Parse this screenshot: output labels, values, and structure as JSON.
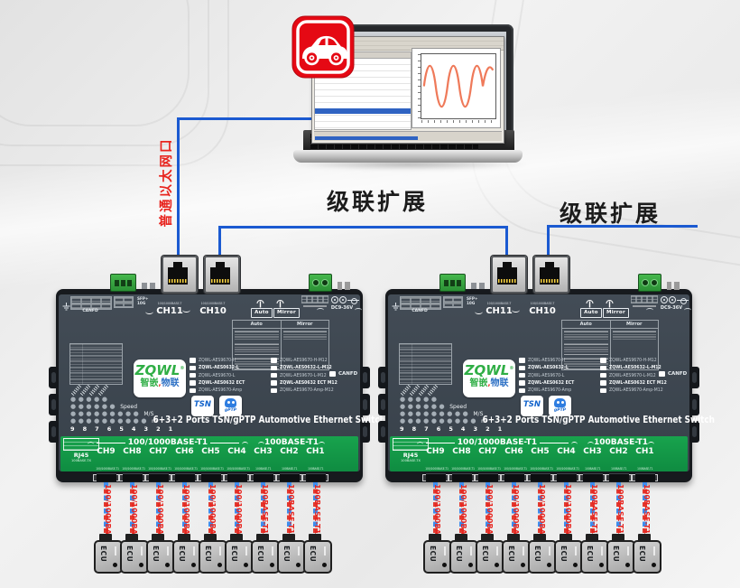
{
  "colors": {
    "accent-blue": "#1b5ad1",
    "label-red": "#e8251f",
    "device-body": "#3a434c",
    "device-frame": "#171a1e",
    "strip-green": "#14a04a",
    "connector-green": "#37a83f",
    "car-icon-red": "#e50914",
    "wave-orange": "#ef7a5a"
  },
  "scene": {
    "ethernet_port_label": "普通以太网口",
    "cascade_label_1": "级联扩展",
    "cascade_label_2": "级联扩展"
  },
  "device": {
    "top": {
      "canfd_port_label": "CANFD",
      "sfp_line1": "SFP+",
      "sfp_line2": "10G",
      "uplink1_standard": "100/1000BASE-T",
      "uplink2_standard": "100/1000BASE-T",
      "uplink1_name": "CH11",
      "uplink2_name": "CH10",
      "auto_button_label": "Auto",
      "mirror_button_label": "Mirror",
      "power_label": "DC9-36V"
    },
    "info_table": {
      "auto_header": "Auto",
      "mirror_header": "Mirror"
    },
    "brand": {
      "logo": "ZQWL",
      "reg": "®",
      "cn1": "智",
      "cn2": "嵌",
      "comma": ",",
      "cn3": "物",
      "cn4": "联"
    },
    "models_left": [
      "ZQWL-AES9670-H",
      "ZQWL-AES0632-L",
      "ZQWL-AES9670-L",
      "ZQWL-AES0632 ECT",
      "ZQWL-AES9670-Amp"
    ],
    "models_right": [
      "ZQWL-AES9670-H-M12",
      "ZQWL-AES0632-L-M12",
      "ZQWL-AES9670-L-M12",
      "ZQWL-AES0632 ECT M12",
      "ZQWL-AES9670-Amp-M12"
    ],
    "canfd_option_label": "CANFD",
    "tsn_badge": "TSN",
    "gptp_badge": "gPTP",
    "led_rows": [
      {
        "dots": "●●●●●",
        "label": ""
      },
      {
        "dots": "●●●●●●",
        "label": "Speed"
      },
      {
        "dots": "●●●●●●●●●",
        "label": "M/S"
      },
      {
        "dots": "●●●●●●●●●●",
        "label": "m"
      }
    ],
    "led_numbers": "9 8 7 6 5 4 3 2 1",
    "title": "6+3+2 Ports TSN/gPTP Automotive Ethernet Switch",
    "strip": {
      "rj45_label": "RJ45",
      "rj45_sub": "100BASE-TX",
      "group1_label": "100/1000BASE-T1",
      "group2_label": "100BASE-T1",
      "channels": [
        {
          "name": "CH9",
          "sub": "100/1000BASE-T1"
        },
        {
          "name": "CH8",
          "sub": "100/1000BASE-T1"
        },
        {
          "name": "CH7",
          "sub": "100/1000BASE-T1"
        },
        {
          "name": "CH6",
          "sub": "100/1000BASE-T1"
        },
        {
          "name": "CH5",
          "sub": "100/1000BASE-T1"
        },
        {
          "name": "CH4",
          "sub": "100/1000BASE-T1"
        },
        {
          "name": "CH3",
          "sub": "100BASE-T1"
        },
        {
          "name": "CH2",
          "sub": "100BASE-T1"
        },
        {
          "name": "CH1",
          "sub": "100BASE-T1"
        }
      ]
    }
  },
  "cables": [
    {
      "label": "100/1000BASE-T1"
    },
    {
      "label": "100/1000BASE-T1"
    },
    {
      "label": "100/1000BASE-T1"
    },
    {
      "label": "100/1000BASE-T1"
    },
    {
      "label": "100/1000BASE-T1"
    },
    {
      "label": "100/1000BASE-T1"
    },
    {
      "label": "100BASE-T1"
    },
    {
      "label": "100BASE-T1"
    },
    {
      "label": "100BASE-T1"
    }
  ],
  "ecu_label": "ECU"
}
